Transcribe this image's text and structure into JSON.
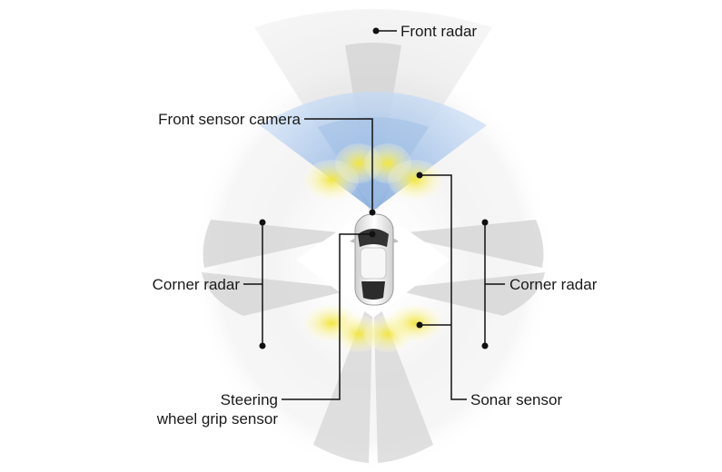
{
  "labels": {
    "front_radar": "Front radar",
    "front_sensor_camera": "Front sensor camera",
    "corner_radar_left": "Corner radar",
    "corner_radar_right": "Corner radar",
    "steering_line1": "Steering",
    "steering_line2": "wheel grip sensor",
    "sonar_sensor": "Sonar sensor"
  },
  "colors": {
    "radar_zone": "#dcdcdc",
    "camera_zone": "#a9c6ea",
    "sonar_zone": "#f3ea6a",
    "leader_line": "#111111",
    "car_body": "#f4f4f4",
    "car_glass": "#2b2b2b"
  }
}
